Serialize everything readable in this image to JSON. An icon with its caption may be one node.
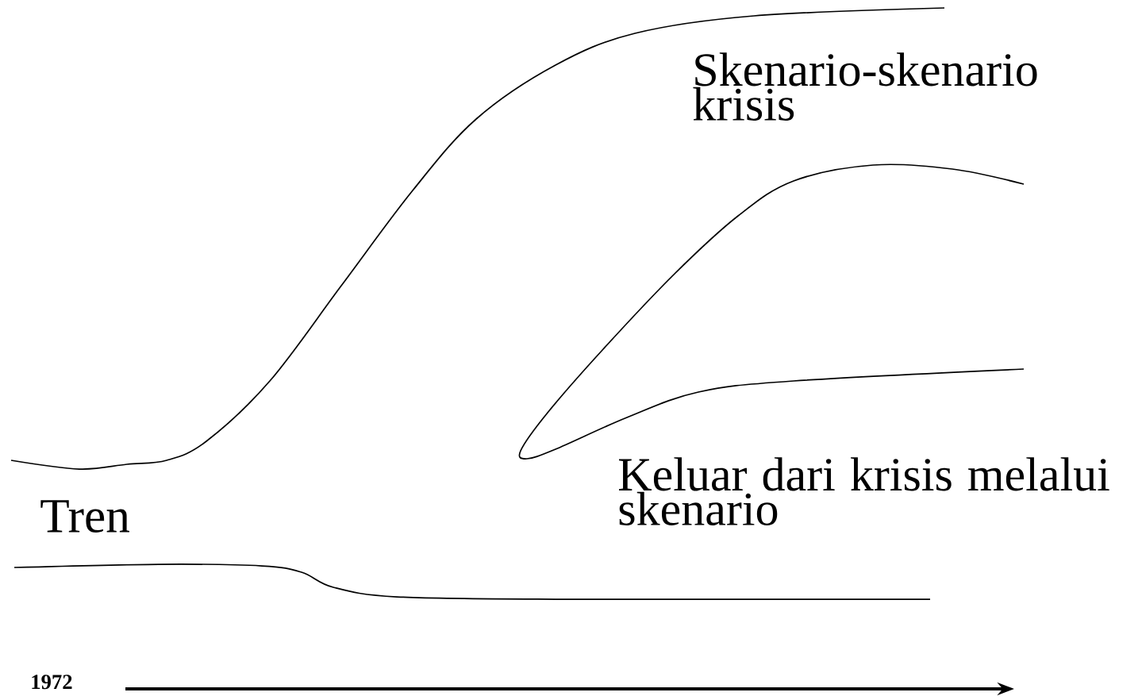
{
  "diagram": {
    "labels": [
      "Skenario-skenario krisis",
      "Keluar dari krisis melalui skenario",
      "Tren",
      "1972"
    ]
  }
}
